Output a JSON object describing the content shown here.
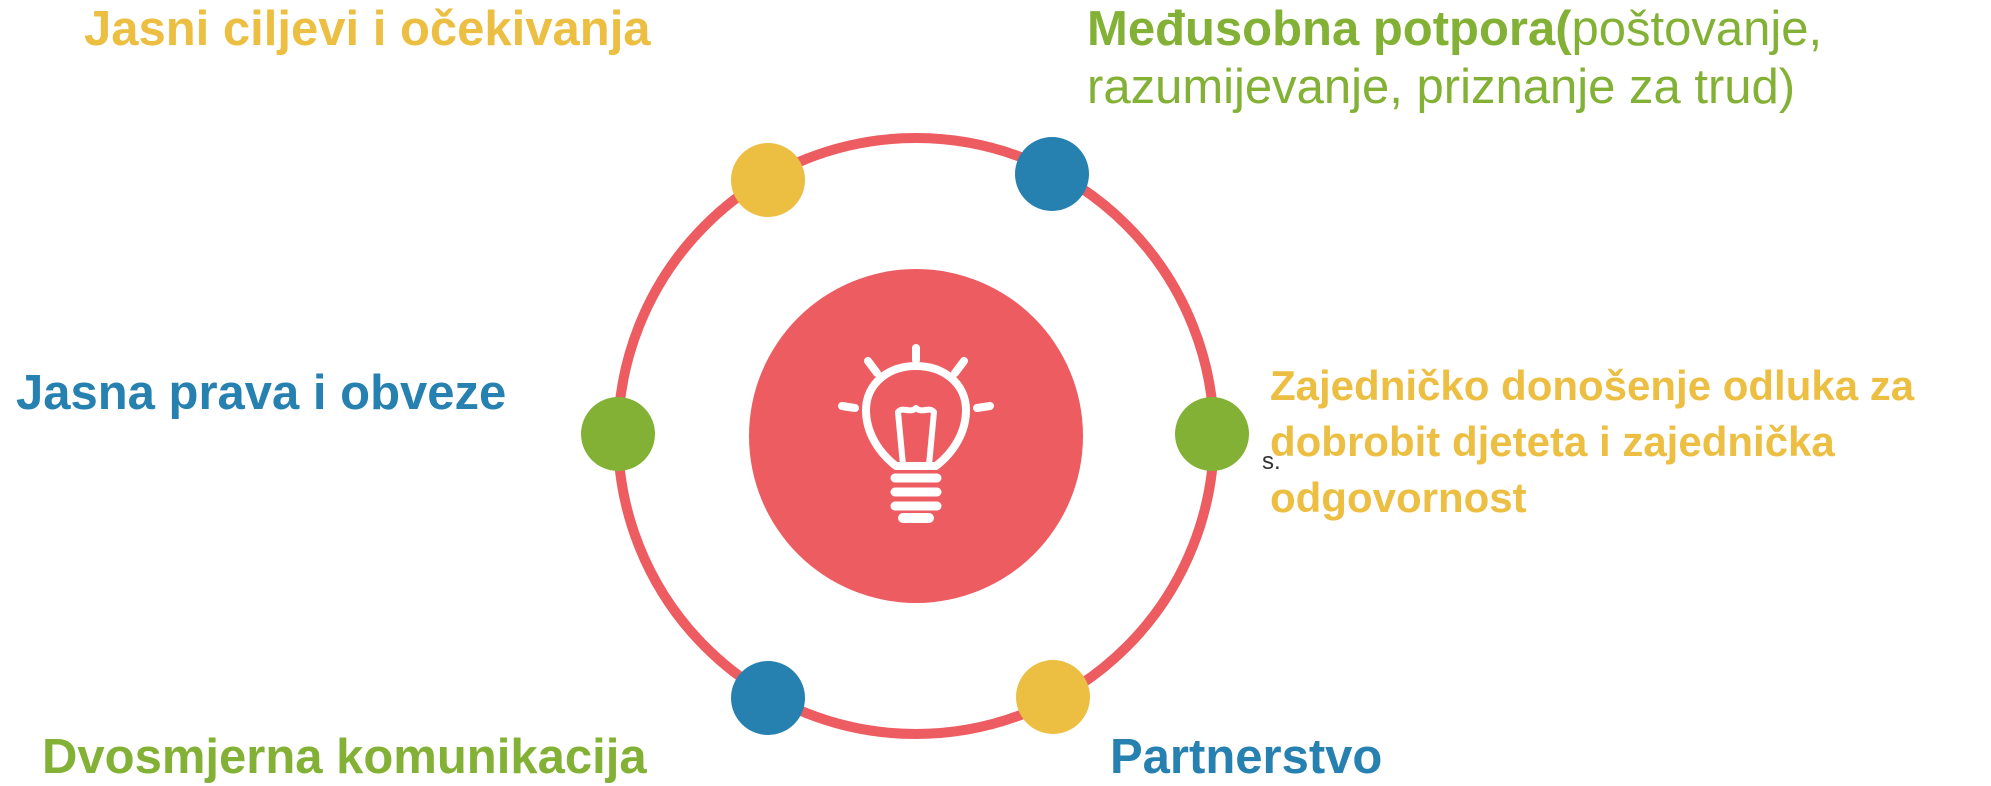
{
  "colors": {
    "ring": "#EC5C61",
    "center": "#EC5C61",
    "yellow": "#ECBE42",
    "green": "#83B135",
    "blue": "#2681B0",
    "icon": "#ffffff",
    "stray_text": "#333333"
  },
  "center_icon": "lightbulb-icon",
  "labels": {
    "goals": "Jasni ciljevi i očekivanja",
    "support_bold": "Međusobna potpora(",
    "support_rest_line1": "poštovanje,",
    "support_line2": "razumijevanje, priznanje za trud)",
    "rights": "Jasna prava i obveze",
    "decision_line1": "Zajedničko donošenje odluka za",
    "decision_line2": "dobrobit djeteta i zajednička",
    "decision_line3": "odgovornost",
    "communication": "Dvosmjerna komunikacija",
    "partnership": "Partnerstvo",
    "stray": "s."
  }
}
